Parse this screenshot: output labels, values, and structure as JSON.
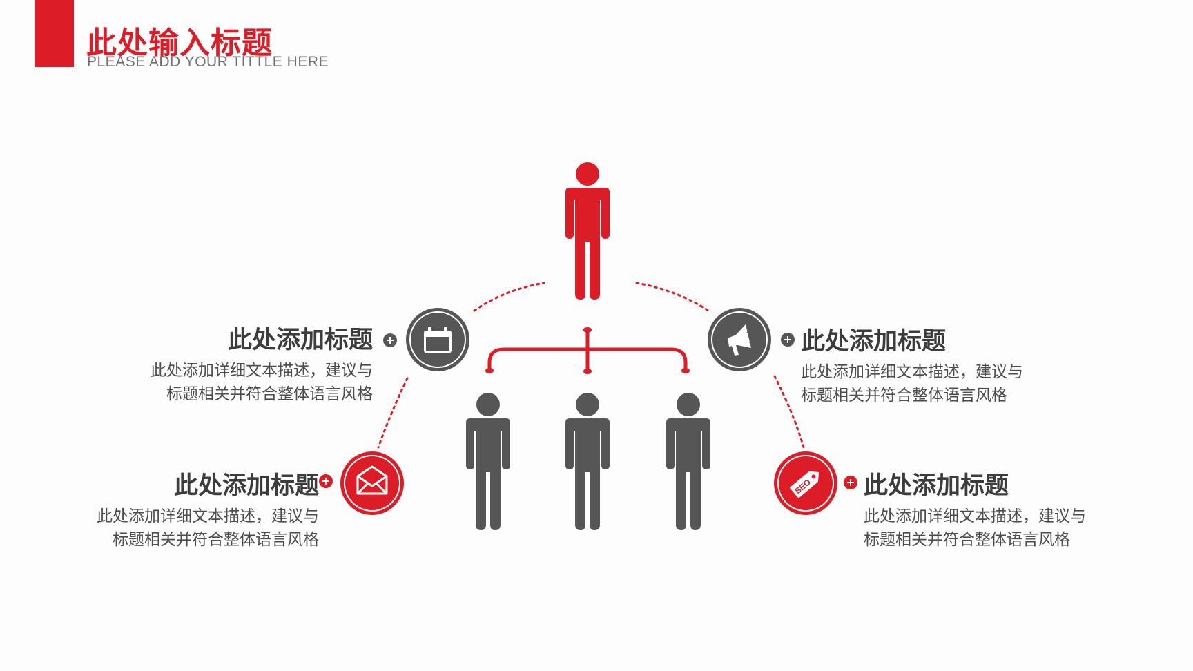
{
  "header": {
    "title": "此处输入标题",
    "subtitle": "PLEASE ADD YOUR TITTLE HERE"
  },
  "items": [
    {
      "title": "此处添加标题",
      "desc_line1": "此处添加详细文本描述，建议与",
      "desc_line2": "标题相关并符合整体语言风格",
      "icon": "calendar-icon"
    },
    {
      "title": "此处添加标题",
      "desc_line1": "此处添加详细文本描述，建议与",
      "desc_line2": "标题相关并符合整体语言风格",
      "icon": "megaphone-icon"
    },
    {
      "title": "此处添加标题",
      "desc_line1": "此处添加详细文本描述，建议与",
      "desc_line2": "标题相关并符合整体语言风格",
      "icon": "envelope-icon"
    },
    {
      "title": "此处添加标题",
      "desc_line1": "此处添加详细文本描述，建议与",
      "desc_line2": "标题相关并符合整体语言风格",
      "icon": "seo-tag-icon"
    }
  ],
  "seo_label": "SEO",
  "colors": {
    "accent": "#dc1c27",
    "dark": "#565656",
    "text": "#3c3c3c"
  }
}
